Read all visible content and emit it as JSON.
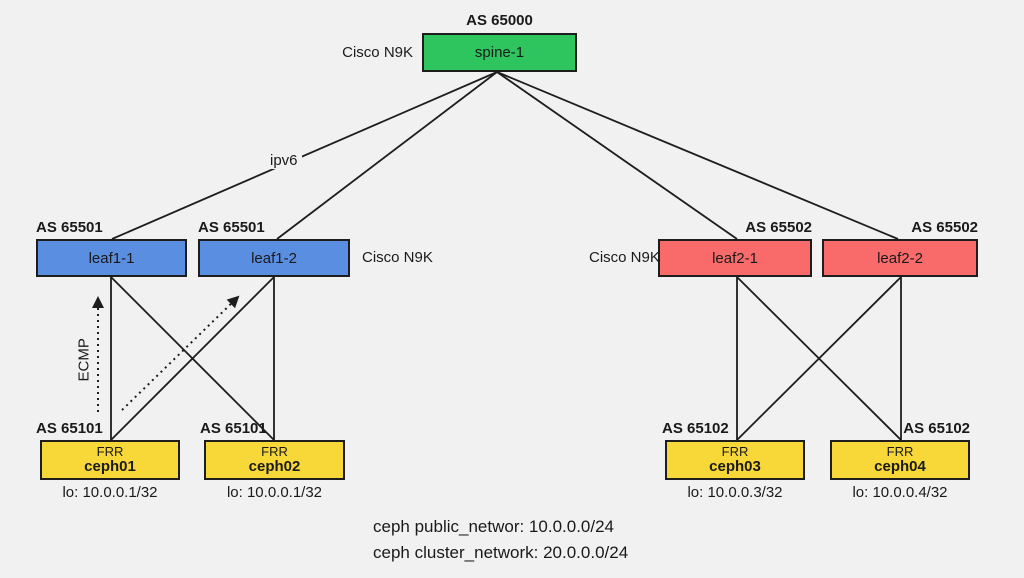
{
  "diagram": {
    "spine": {
      "as_label": "AS 65000",
      "name": "spine-1",
      "device_label": "Cisco N9K"
    },
    "leaves": [
      {
        "as_label": "AS 65501",
        "name": "leaf1-1"
      },
      {
        "as_label": "AS 65501",
        "name": "leaf1-2"
      },
      {
        "as_label": "AS 65502",
        "name": "leaf2-1"
      },
      {
        "as_label": "AS 65502",
        "name": "leaf2-2"
      }
    ],
    "leaf_device_label_left_group": "Cisco N9K",
    "leaf_device_label_right_group": "Cisco N9K",
    "ceph_nodes": [
      {
        "as_label": "AS 65101",
        "service": "FRR",
        "name": "ceph01",
        "loopback": "lo: 10.0.0.1/32"
      },
      {
        "as_label": "AS 65101",
        "service": "FRR",
        "name": "ceph02",
        "loopback": "lo: 10.0.0.1/32"
      },
      {
        "as_label": "AS 65102",
        "service": "FRR",
        "name": "ceph03",
        "loopback": "lo: 10.0.0.3/32"
      },
      {
        "as_label": "AS 65102",
        "service": "FRR",
        "name": "ceph04",
        "loopback": "lo: 10.0.0.4/32"
      }
    ],
    "annotations": {
      "ipv6": "ipv6",
      "ecmp": "ECMP"
    },
    "footer": {
      "line1": "ceph public_networ: 10.0.0.0/24",
      "line2": "ceph cluster_network: 20.0.0.0/24"
    },
    "colors": {
      "background": "#f1f1f1",
      "spine_green": "#2ec45e",
      "leaf_blue": "#5a8ee0",
      "leaf_red": "#f96b6b",
      "ceph_yellow": "#f8d839",
      "line": "#1d1d1d"
    }
  }
}
